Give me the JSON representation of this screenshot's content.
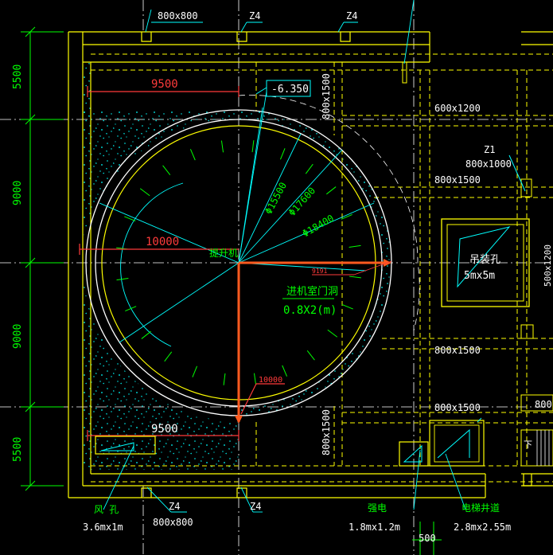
{
  "palette": {
    "background": "#000000",
    "wall": "#ffff00",
    "dim": "#00ff00",
    "axis": "#ffffff",
    "leader": "#00ffff",
    "red_dim": "#ff3b3b",
    "orange": "#ff5a1f"
  },
  "left_dims": [
    "5500",
    "9000",
    "9000",
    "5500"
  ],
  "top_labels": {
    "col_size": "800x800",
    "z4_a": "Z4",
    "z4_b": "Z4"
  },
  "circle": {
    "elev": "-6.350",
    "d1": "Φ15500",
    "d2": "Φ17600",
    "d3": "Φ18400",
    "r_top": "9500",
    "r_left": "10000",
    "r_bottom_leader": "10000",
    "r_bottom": "9500",
    "center_label": "提升机",
    "small_dim": "9191",
    "door_label": "进机室门洞",
    "door_size": "0.8X2(m)"
  },
  "right_labels": {
    "vert_top": "800x1500",
    "vert_bottom": "800x1500",
    "beam_1": "600x1200",
    "z1": "Z1",
    "z1_size": "800x1000",
    "beam_2": "800x1500",
    "hoist_hole": "吊装孔",
    "hoist_size": "5mx5m",
    "side_right": "500x1200",
    "beam_3": "800x1500",
    "beam_4": "800x1500",
    "edge_800": "800",
    "edge_x": "下"
  },
  "bottom_labels": {
    "vent": "风 孔",
    "vent_size": "3.6mx1m",
    "z4_a": "Z4",
    "col_size": "800x800",
    "z4_b": "Z4",
    "power": "强电",
    "power_size": "1.8mx1.2m",
    "elevator": "电梯井道",
    "elevator_size": "2.8mx2.55m",
    "dim_500": "500"
  }
}
